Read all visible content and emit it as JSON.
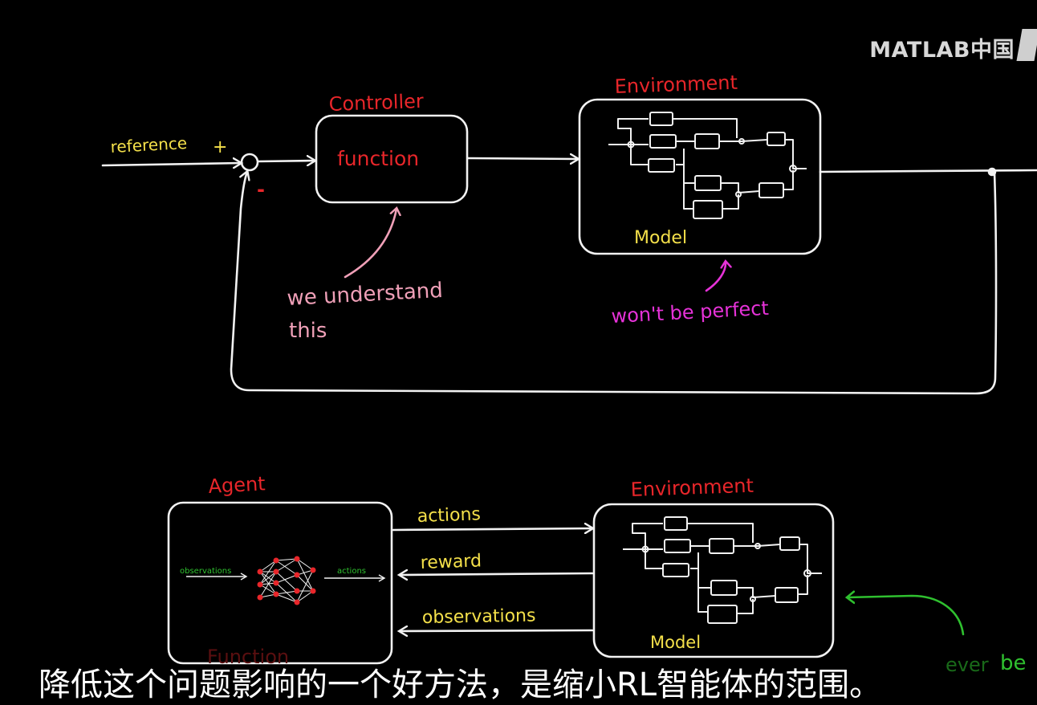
{
  "watermark": "MATLAB中国",
  "top_diagram": {
    "reference_label": "reference",
    "plus_sign": "+",
    "minus_sign": "-",
    "controller_title": "Controller",
    "controller_body": "function",
    "environment_title": "Environment",
    "model_label": "Model",
    "note_understand_line1": "we understand",
    "note_understand_line2": "this",
    "note_imperfect": "won't be perfect"
  },
  "bottom_diagram": {
    "agent_title": "Agent",
    "agent_body_hidden": "Function",
    "inner_observations": "observations",
    "inner_actions": "actions",
    "arrow_actions": "actions",
    "arrow_reward": "reward",
    "arrow_observations": "observations",
    "environment_title": "Environment",
    "model_label": "Model",
    "side_note_fragment_1": "ever",
    "side_note_fragment_2": "be"
  },
  "subtitle": "降低这个问题影响的一个好方法，是缩小RL智能体的范围。",
  "colors": {
    "background": "#000000",
    "line": "#f2f2f2",
    "title_red": "#e8262a",
    "yellow": "#f4e04a",
    "pink": "#f0a0b8",
    "magenta": "#e632d8",
    "green": "#2fc02f"
  }
}
